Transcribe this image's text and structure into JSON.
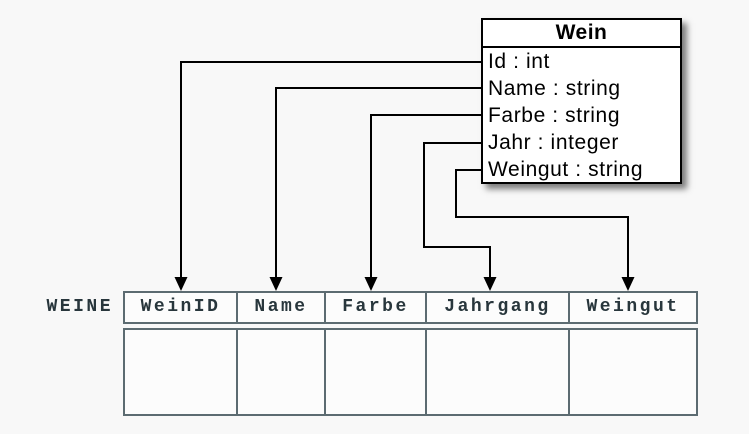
{
  "diagram": {
    "class_box": {
      "title": "Wein",
      "attributes": [
        "Id : int",
        "Name : string",
        "Farbe : string",
        "Jahr : integer",
        "Weingut : string"
      ]
    },
    "table": {
      "name": "WEINE",
      "columns": [
        "WeinID",
        "Name",
        "Farbe",
        "Jahrgang",
        "Weingut"
      ],
      "body_row_empty": true
    },
    "mappings": [
      {
        "from": "Id",
        "to": "WeinID"
      },
      {
        "from": "Name",
        "to": "Name"
      },
      {
        "from": "Farbe",
        "to": "Farbe"
      },
      {
        "from": "Jahr",
        "to": "Jahrgang"
      },
      {
        "from": "Weingut",
        "to": "Weingut"
      }
    ],
    "colors": {
      "background": "#f8f8f8",
      "class_box_border": "#000000",
      "class_box_fill": "#ffffff",
      "connector": "#000000",
      "table_border": "#5c6b71",
      "table_text": "#28363c",
      "cell_fill": "#fcfcfc"
    }
  }
}
